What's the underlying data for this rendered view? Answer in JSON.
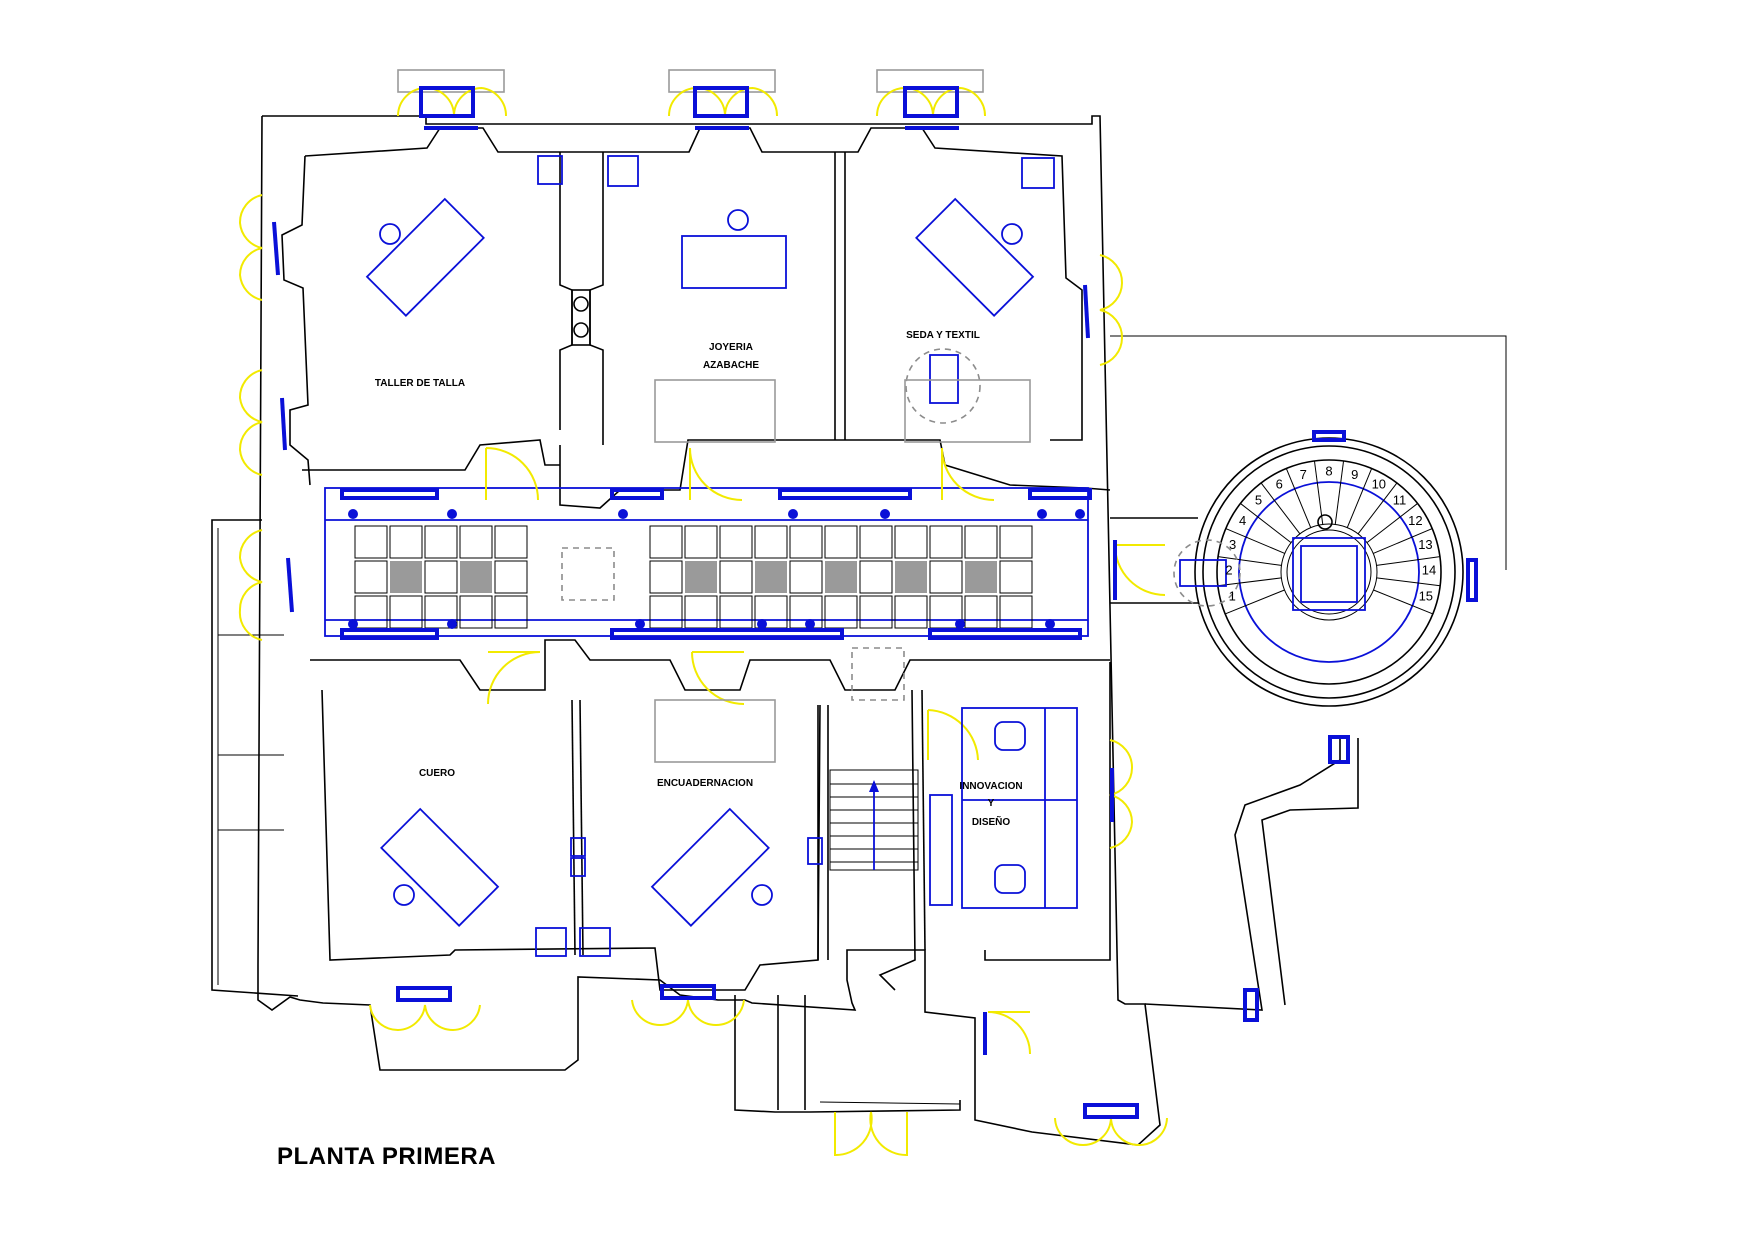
{
  "title": "PLANTA PRIMERA",
  "colors": {
    "walls": "#000000",
    "furniture": "#0a10d8",
    "door_swings": "#f2ea00",
    "overhead": "#9a9a9a"
  },
  "rooms": {
    "taller_de_talla": "TALLER DE TALLA",
    "joyeria_line1": "JOYERIA",
    "joyeria_line2": "AZABACHE",
    "seda_y_textil": "SEDA Y TEXTIL",
    "cuero": "CUERO",
    "encuadernacion": "ENCUADERNACION",
    "innovacion_line1": "INNOVACION",
    "innovacion_line2": "Y",
    "innovacion_line3": "DISEÑO"
  },
  "spiral_stair_steps": [
    "1",
    "2",
    "3",
    "4",
    "5",
    "6",
    "7",
    "8",
    "9",
    "10",
    "11",
    "12",
    "13",
    "14",
    "15"
  ]
}
